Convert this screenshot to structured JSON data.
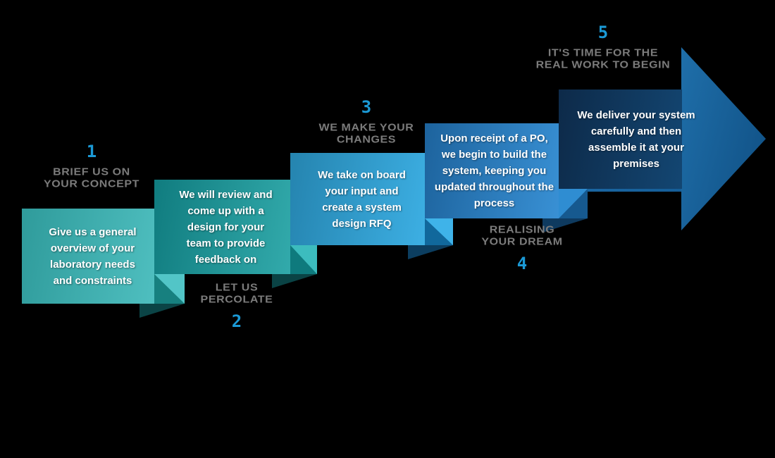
{
  "palette": {
    "background": "#000000",
    "number_color": "#1B99D5",
    "heading_color": "#7B7B7B",
    "body_text_color": "#FFFFFF"
  },
  "steps": [
    {
      "number": "1",
      "heading": "BRIEF US ON\nYOUR CONCEPT",
      "body": "Give us a general\noverview of your\nlaboratory needs\nand constraints",
      "gradient": {
        "angle": "100deg",
        "from": "#2F9B9B",
        "to": "#55C6C7"
      },
      "fold": {
        "light": "#52C5C7",
        "dark": "#17807F",
        "shadow": "#0B4446"
      }
    },
    {
      "number": "2",
      "heading": "LET US\nPERCOLATE",
      "body": "We will review and\ncome up with a\ndesign for your\nteam to provide\nfeedback on",
      "gradient": {
        "angle": "100deg",
        "from": "#107C7F",
        "to": "#38B2B3"
      },
      "fold": {
        "light": "#3CBCBE",
        "dark": "#0E7A7D",
        "shadow": "#0A4345"
      }
    },
    {
      "number": "3",
      "heading": "WE MAKE YOUR\nCHANGES",
      "body": "We take on board\nyour input and\ncreate a system\ndesign RFQ",
      "gradient": {
        "angle": "100deg",
        "from": "#2584AF",
        "to": "#41B7ED"
      },
      "fold": {
        "light": "#3FB3E9",
        "dark": "#11689C",
        "shadow": "#0C3E60"
      }
    },
    {
      "number": "4",
      "heading": "REALISING\nYOUR DREAM",
      "body": "Upon receipt of a PO,\nwe begin to build the\nsystem, keeping you\nupdated throughout the\nprocess",
      "gradient": {
        "angle": "100deg",
        "from": "#1D639D",
        "to": "#3E99DF"
      },
      "fold": {
        "light": "#2F8DD2",
        "dark": "#16598F",
        "shadow": "#0E3A5F"
      }
    },
    {
      "number": "5",
      "heading": "IT'S TIME FOR THE\nREAL WORK TO BEGIN",
      "body": "We deliver your system\ncarefully and then\nassemble it at your\npremises",
      "gradient": {
        "angle": "100deg",
        "from": "#0D2A49",
        "to": "#134672"
      }
    }
  ],
  "arrow": {
    "body": {
      "angle": "90deg",
      "from": "#1C68A4",
      "to": "#155E98"
    },
    "head": {
      "angle": "105deg",
      "from": "#1F6FAA",
      "to": "#0F4E82"
    }
  }
}
